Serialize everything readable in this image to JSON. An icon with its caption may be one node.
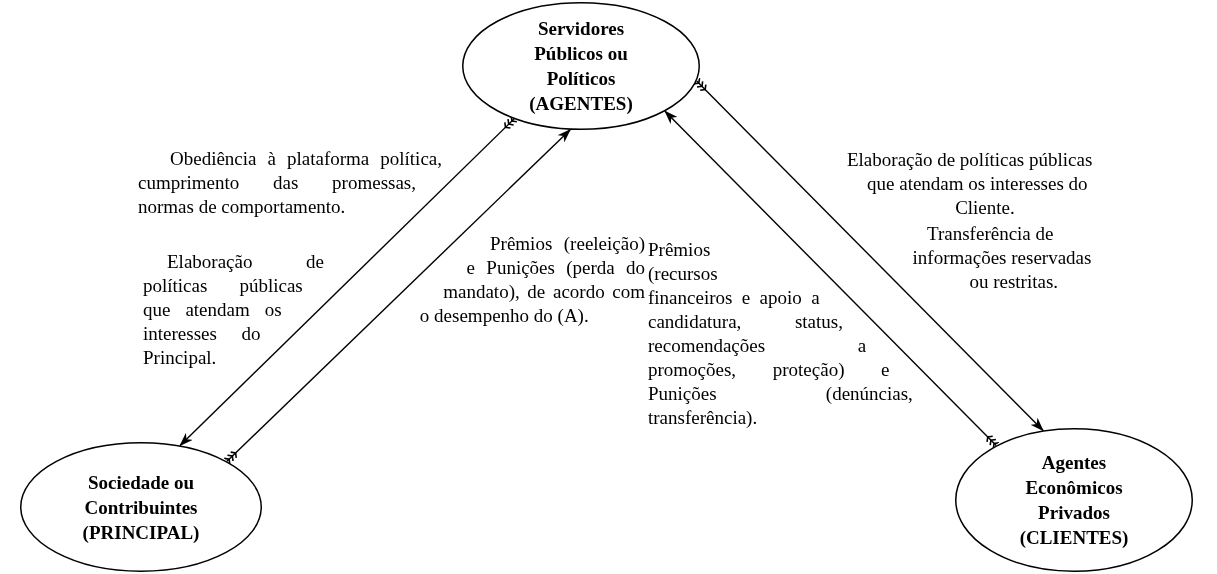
{
  "diagram": {
    "nodes": [
      {
        "text": [
          "Servidores Públicos ou Políticos (AGENTES)"
        ]
      },
      {
        "text": [
          "Sociedade ou Contribuintes (PRINCIPAL)"
        ]
      },
      {
        "text": [
          "Agentes Econômicos Privados (CLIENTES)"
        ]
      }
    ],
    "edges": [
      {
        "from": 0,
        "to": 1,
        "arrow": "to"
      },
      {
        "from": 1,
        "to": 0,
        "arrow": "to"
      },
      {
        "from": 0,
        "to": 2,
        "arrow": "to"
      },
      {
        "from": 2,
        "to": 0,
        "arrow": "to"
      }
    ],
    "labels": [
      "Obediência à plataforma política, cumprimento das promessas, normas de comportamento.",
      "Elaboração de políticas públicas que atendam os interesses do Principal.",
      "Prêmios (reeleição) e Punições (perda do mandato), de acordo com o desempenho do (A).",
      "Prêmios (recursos financeiros e apoio a candidatura, status, recomendações a promoções, proteção) e Punições (denúncias, transferência).",
      "Elaboração de políticas públicas que atendam os interesses do Cliente.",
      "Transferência de informações reservadas ou restritas."
    ]
  }
}
